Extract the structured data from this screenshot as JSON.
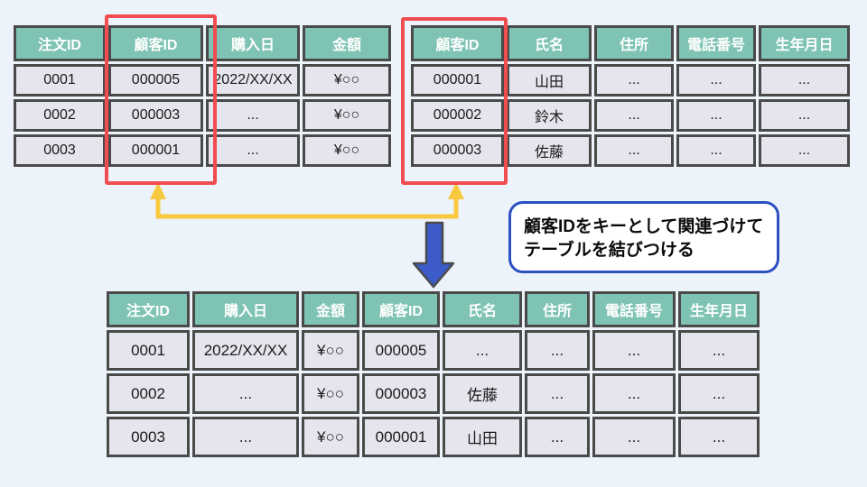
{
  "colors": {
    "page_background": "#edf3fa",
    "header_teal": "#7ec3b3",
    "cell_gray": "#e5e5ee",
    "table_border": "#4a4a4a",
    "highlight_red": "#f04d50",
    "connector_yellow": "#f8c83e",
    "arrow_blue": "#3d5bc8",
    "callout_border": "#2b50c0"
  },
  "tables": {
    "orders": {
      "headers": [
        "注文ID",
        "顧客ID",
        "購入日",
        "金額"
      ],
      "rows": [
        [
          "0001",
          "000005",
          "2022/XX/XX",
          "¥○○"
        ],
        [
          "0002",
          "000003",
          "...",
          "¥○○"
        ],
        [
          "0003",
          "000001",
          "...",
          "¥○○"
        ]
      ]
    },
    "customers": {
      "headers": [
        "顧客ID",
        "氏名",
        "住所",
        "電話番号",
        "生年月日"
      ],
      "rows": [
        [
          "000001",
          "山田",
          "...",
          "...",
          "..."
        ],
        [
          "000002",
          "鈴木",
          "...",
          "...",
          "..."
        ],
        [
          "000003",
          "佐藤",
          "...",
          "...",
          "..."
        ]
      ]
    },
    "joined": {
      "headers": [
        "注文ID",
        "購入日",
        "金額",
        "顧客ID",
        "氏名",
        "住所",
        "電話番号",
        "生年月日"
      ],
      "rows": [
        [
          "0001",
          "2022/XX/XX",
          "¥○○",
          "000005",
          "...",
          "...",
          "...",
          "..."
        ],
        [
          "0002",
          "...",
          "¥○○",
          "000003",
          "佐藤",
          "...",
          "...",
          "..."
        ],
        [
          "0003",
          "...",
          "¥○○",
          "000001",
          "山田",
          "...",
          "...",
          "..."
        ]
      ]
    }
  },
  "annotation": {
    "line1": "顧客IDをキーとして関連づけて",
    "line2": "テーブルを結びつける"
  }
}
